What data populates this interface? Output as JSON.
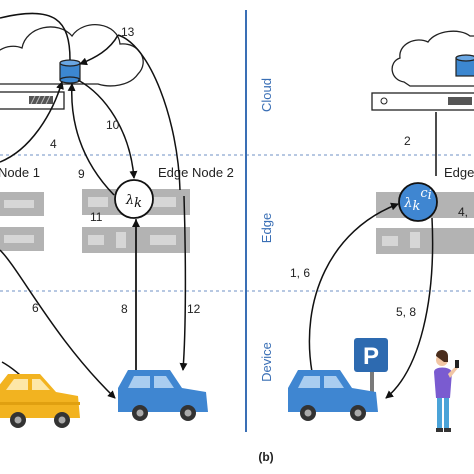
{
  "layers": {
    "cloud": "Cloud",
    "edge": "Edge",
    "device": "Device"
  },
  "nodes": {
    "edge_node_1": "Node 1",
    "edge_node_2": "Edge Node 2",
    "edge_right": "Edge"
  },
  "lambda_left": {
    "base": "λ",
    "sub": "k"
  },
  "lambda_right": {
    "base": "λ",
    "sub": "k",
    "sup": "c",
    "supsub": "i"
  },
  "flow_labels": {
    "l13": "13",
    "l10": "10",
    "l4": "4",
    "l9": "9",
    "l11": "11",
    "l6": "6",
    "l8": "8",
    "l12": "12",
    "r2": "2",
    "r4": "4, ",
    "r16": "1, 6",
    "r58": "5, 8"
  },
  "parking_sign": "P",
  "caption": "(b)",
  "colors": {
    "layer_line": "#3a6fb5",
    "layer_label": "#3a6fb5",
    "car_blue": "#3f86d1",
    "car_yellow": "#f2b320",
    "server_gray": "#b3b3b3",
    "db_blue": "#3c87d0",
    "parking_blue": "#2d6ab0"
  }
}
